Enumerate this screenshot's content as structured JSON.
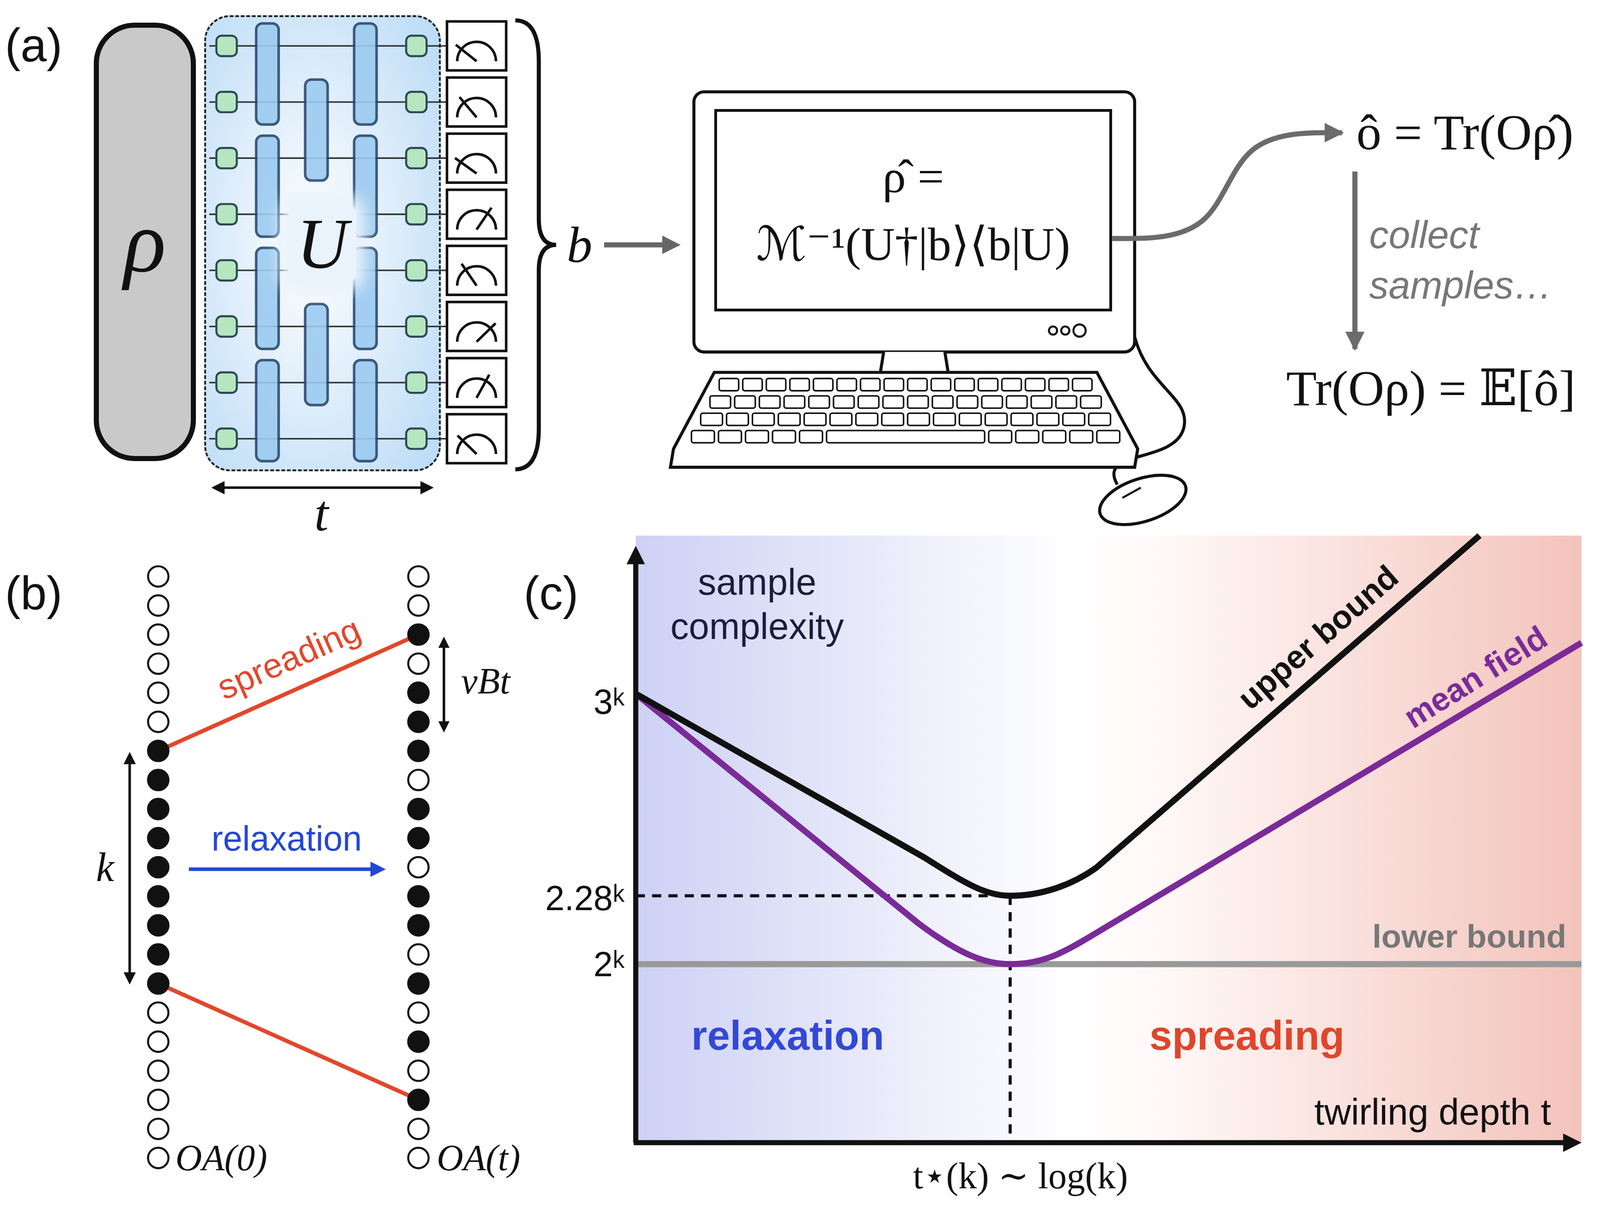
{
  "diagram": {
    "nodes": [
      {
        "text": [
          "ρ"
        ]
      },
      {
        "text": [
          "U"
        ]
      },
      {
        "text": [
          "ρ̂ =",
          "ℳ⁻¹(U†|b⟩⟨b|U)"
        ]
      },
      {
        "text": [
          "ô = Tr(Oρ̂)"
        ]
      },
      {
        "text": [
          "Tr(Oρ) = 𝔼[ô]"
        ]
      }
    ],
    "edges": [
      {
        "from": 2,
        "to": 3,
        "arrow": "to"
      },
      {
        "from": 3,
        "to": 4,
        "arrow": "to",
        "label": "collect samples…"
      }
    ],
    "labels": [
      "(a)",
      "t",
      "b",
      "(b)",
      "spreading",
      "vBt",
      "k",
      "relaxation",
      "OA(0)",
      "OA(t)",
      "(c)",
      "sample complexity",
      "3ᵏ",
      "2.28ᵏ",
      "2ᵏ",
      "upper bound",
      "mean field",
      "lower bound",
      "relaxation",
      "spreading",
      "twirling depth t",
      "t⋆(k) ∼ log(k)"
    ]
  }
}
